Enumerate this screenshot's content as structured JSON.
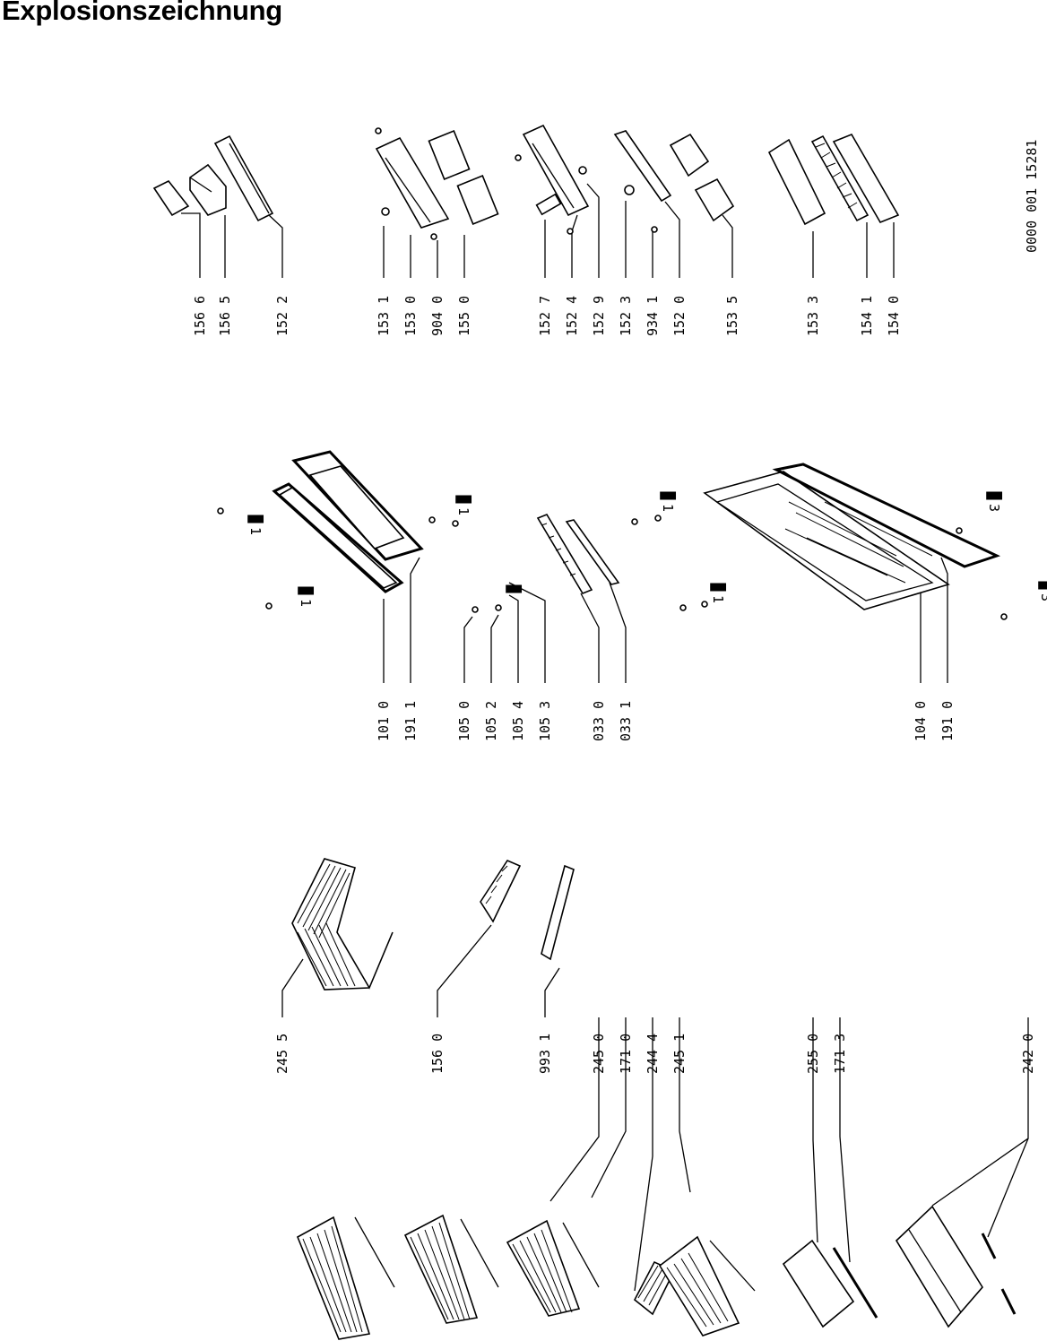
{
  "title": "Explosionszeichnung",
  "drawing_id": "0000 001 15281",
  "parts": [
    {
      "id": "p1566",
      "label": "156 6"
    },
    {
      "id": "p1565",
      "label": "156 5"
    },
    {
      "id": "p1522",
      "label": "152 2"
    },
    {
      "id": "p1531",
      "label": "153 1"
    },
    {
      "id": "p1530",
      "label": "153 0"
    },
    {
      "id": "p9040",
      "label": "904 0"
    },
    {
      "id": "p1550",
      "label": "155 0"
    },
    {
      "id": "p1527",
      "label": "152 7"
    },
    {
      "id": "p1524",
      "label": "152 4"
    },
    {
      "id": "p1529",
      "label": "152 9"
    },
    {
      "id": "p1523",
      "label": "152 3"
    },
    {
      "id": "p9341",
      "label": "934 1"
    },
    {
      "id": "p1520",
      "label": "152 0"
    },
    {
      "id": "p1535",
      "label": "153 5"
    },
    {
      "id": "p1533",
      "label": "153 3"
    },
    {
      "id": "p1541",
      "label": "154 1"
    },
    {
      "id": "p1540",
      "label": "154 0"
    },
    {
      "id": "p1010",
      "label": "101 0"
    },
    {
      "id": "p1911",
      "label": "191 1"
    },
    {
      "id": "p1050",
      "label": "105 0"
    },
    {
      "id": "p1052",
      "label": "105 2"
    },
    {
      "id": "p1054",
      "label": "105 4"
    },
    {
      "id": "p1053",
      "label": "105 3"
    },
    {
      "id": "p0330",
      "label": "033 0"
    },
    {
      "id": "p0331",
      "label": "033 1"
    },
    {
      "id": "p1040",
      "label": "104 0"
    },
    {
      "id": "p1910",
      "label": "191 0"
    },
    {
      "id": "p2455",
      "label": "245 5"
    },
    {
      "id": "p1560",
      "label": "156 0"
    },
    {
      "id": "p9931",
      "label": "993 1"
    },
    {
      "id": "p2450",
      "label": "245 0"
    },
    {
      "id": "p1710",
      "label": "171 0"
    },
    {
      "id": "p2444",
      "label": "244 4"
    },
    {
      "id": "p2451",
      "label": "245 1"
    },
    {
      "id": "p2550",
      "label": "255 0"
    },
    {
      "id": "p1713",
      "label": "171 3"
    },
    {
      "id": "p2420",
      "label": "242 0"
    }
  ]
}
